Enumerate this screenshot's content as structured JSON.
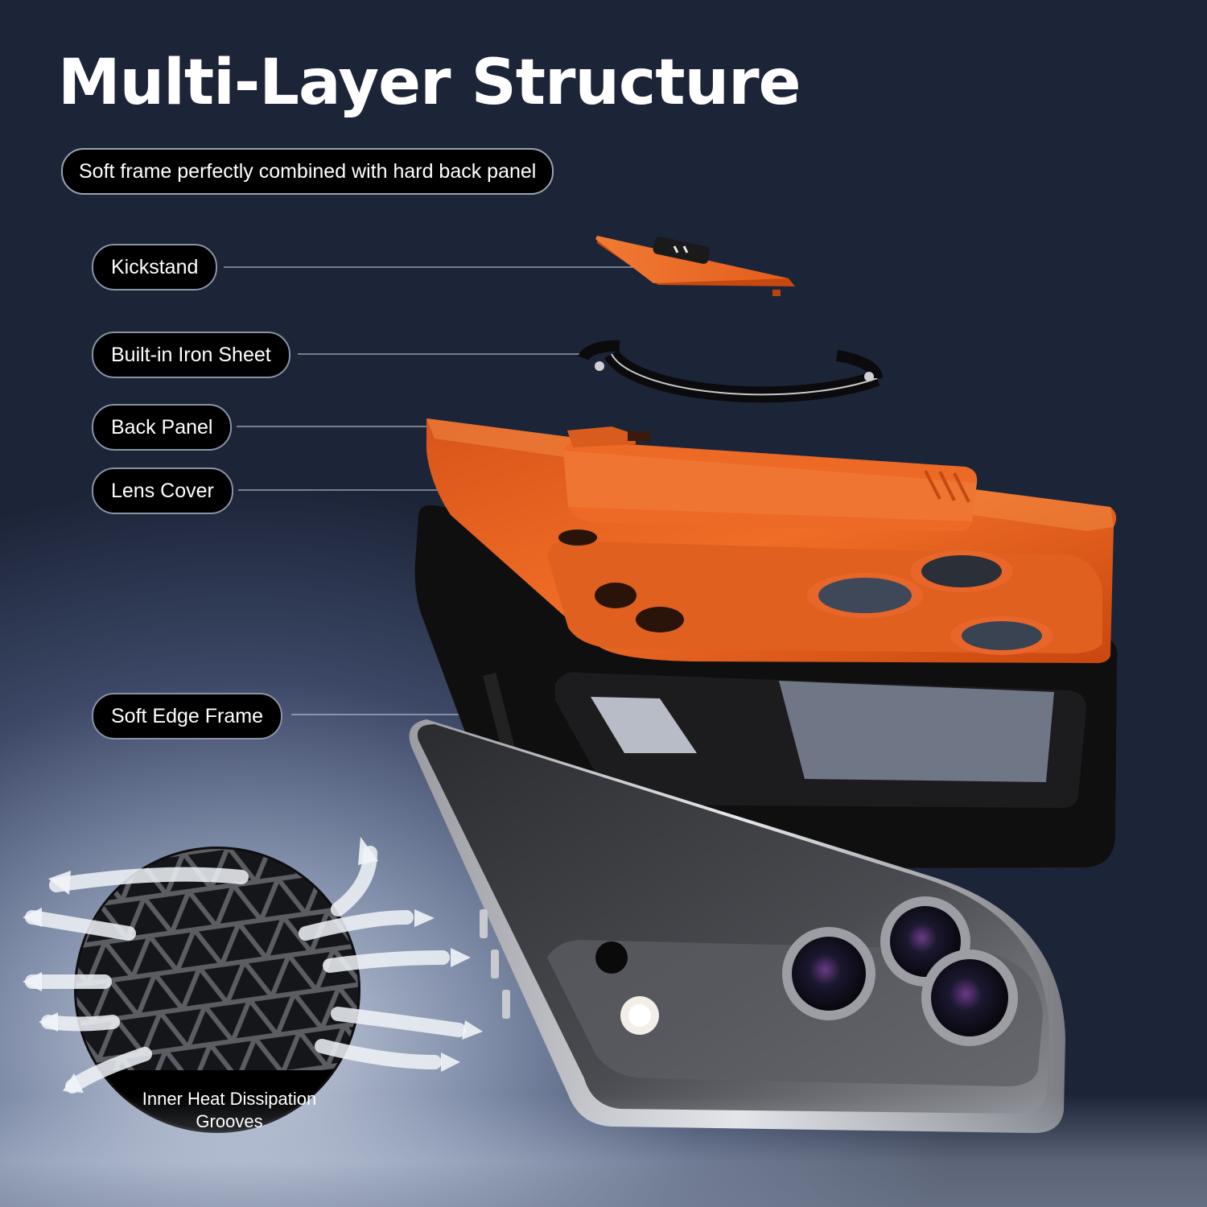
{
  "title": "Multi-Layer Structure",
  "subtitle": "Soft frame perfectly combined with hard back panel",
  "callouts": {
    "kickstand": "Kickstand",
    "iron_sheet": "Built-in Iron Sheet",
    "back_panel": "Back Panel",
    "lens_cover": "Lens Cover",
    "soft_edge_frame": "Soft Edge Frame"
  },
  "grooves": {
    "line1": "Inner Heat Dissipation",
    "line2": "Grooves"
  },
  "colors": {
    "case_orange": "#e8621f",
    "frame_black": "#111111",
    "phone_gray": "#3a3b3f"
  }
}
